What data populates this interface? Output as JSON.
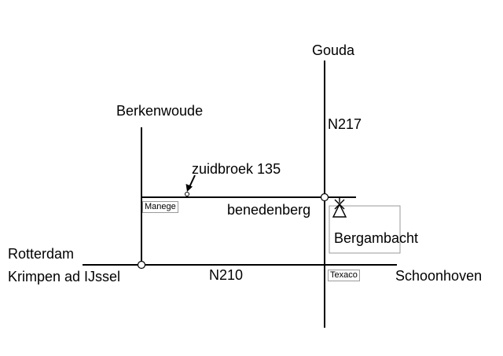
{
  "places": {
    "gouda": "Gouda",
    "berkenwoude": "Berkenwoude",
    "rotterdam": "Rotterdam",
    "krimpen": "Krimpen ad IJssel",
    "schoonhoven": "Schoonhoven",
    "bergambacht": "Bergambacht"
  },
  "roads": {
    "n217": "N217",
    "n210": "N210",
    "benedenberg": "benedenberg"
  },
  "address": "zuidbroek 135",
  "pois": {
    "manege": "Manege",
    "texaco": "Texaco"
  },
  "icons": {
    "church": "church-tower-icon",
    "arrow": "arrow-pointer-icon"
  },
  "colors": {
    "road": "#000000",
    "box": "#9a9a9a"
  }
}
